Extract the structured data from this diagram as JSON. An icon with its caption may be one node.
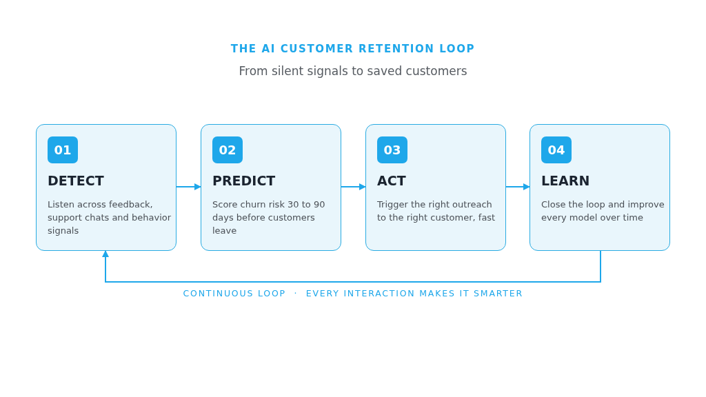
{
  "diagram": {
    "title": "THE AI CUSTOMER RETENTION LOOP",
    "caption": "From silent signals to saved customers",
    "nodes": [
      {
        "text": [
          "DETECT",
          "Listen across feedback, support chats and behavior signals"
        ]
      },
      {
        "text": [
          "01"
        ],
        "in": 0
      },
      {
        "text": [
          "PREDICT",
          "Score churn risk 30 to 90 days before customers leave"
        ]
      },
      {
        "text": [
          "02"
        ],
        "in": 2
      },
      {
        "text": [
          "ACT",
          "Trigger the right outreach to the right customer, fast"
        ]
      },
      {
        "text": [
          "03"
        ],
        "in": 4
      },
      {
        "text": [
          "LEARN",
          "Close the loop and improve every model over time"
        ]
      },
      {
        "text": [
          "04"
        ],
        "in": 6
      }
    ],
    "edges": [
      {
        "from": 0,
        "to": 2,
        "arrow": "to"
      },
      {
        "from": 2,
        "to": 4,
        "arrow": "to"
      },
      {
        "from": 4,
        "to": 6,
        "arrow": "to"
      },
      {
        "from": 6,
        "to": 0,
        "arrow": "to",
        "label": "CONTINUOUS LOOP  ·  EVERY INTERACTION MAKES IT SMARTER"
      }
    ]
  }
}
